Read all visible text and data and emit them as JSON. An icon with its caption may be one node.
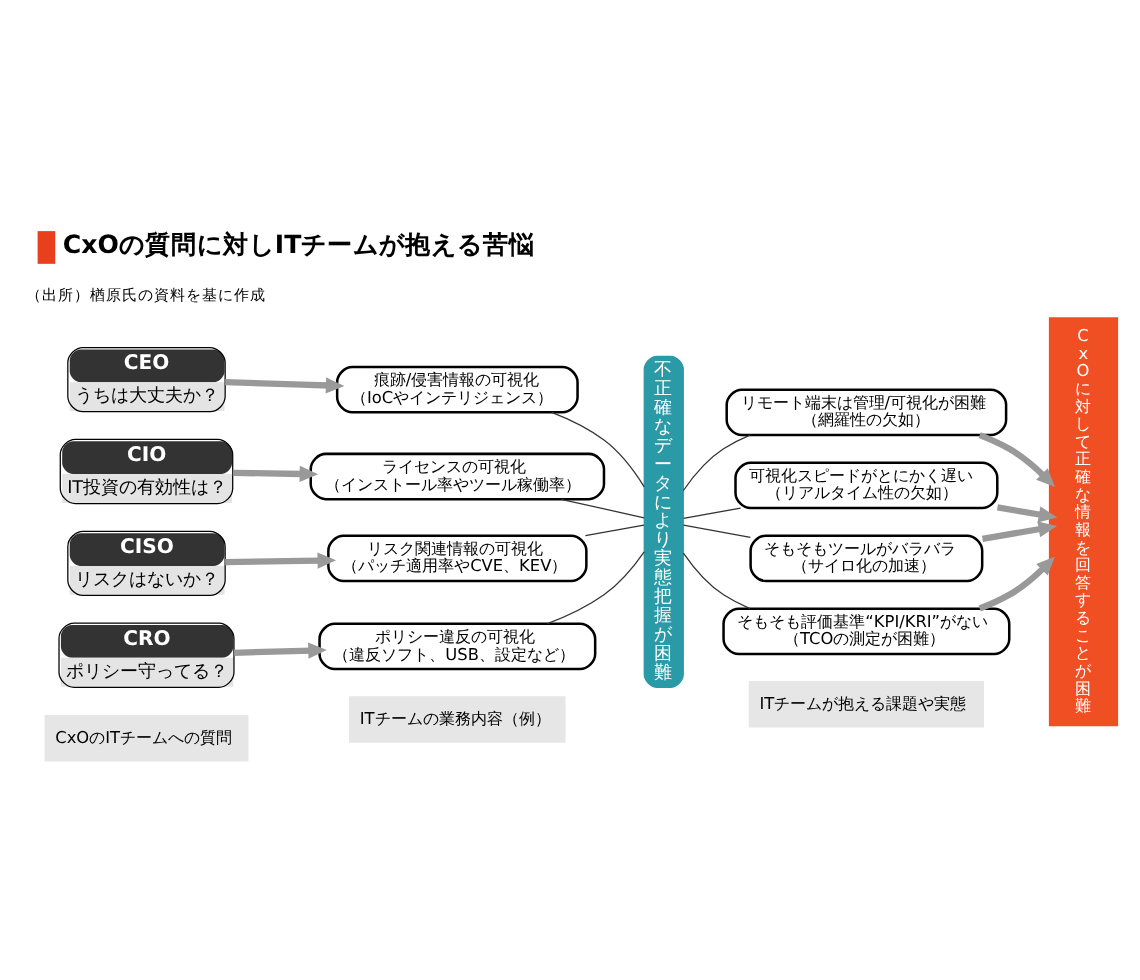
{
  "diagram": {
    "title": "CxOの質問に対しITチームが抱える苦悩",
    "caption": "（出所）楢原氏の資料を基に作成",
    "nodes": [
      {
        "text": [
          "CxOのITチームへの質問"
        ]
      },
      {
        "text": [
          "ITチームの業務内容（例）"
        ]
      },
      {
        "text": [
          "ITチームが抱える課題や実態"
        ]
      },
      {
        "text": [
          "CEO",
          "うちは大丈夫か？"
        ]
      },
      {
        "text": [
          "痕跡/侵害情報の可視化",
          "（IoCやインテリジェンス）"
        ]
      },
      {
        "text": [
          "CIO",
          "IT投資の有効性は？"
        ]
      },
      {
        "text": [
          "ライセンスの可視化",
          "（インストール率やツール稼働率）"
        ]
      },
      {
        "text": [
          "CISO",
          "リスクはないか？"
        ]
      },
      {
        "text": [
          "リスク関連情報の可視化",
          "（パッチ適用率やCVE、KEV）"
        ]
      },
      {
        "text": [
          "CRO",
          "ポリシー守ってる？"
        ]
      },
      {
        "text": [
          "ポリシー違反の可視化",
          "（違反ソフト、USB、設定など）"
        ]
      },
      {
        "text": [
          "不正確なデータにより実態把握が困難"
        ]
      },
      {
        "text": [
          "リモート端末は管理/可視化が困難",
          "（網羅性の欠如）"
        ]
      },
      {
        "text": [
          "可視化スピードがとにかく遅い",
          "（リアルタイム性の欠如）"
        ]
      },
      {
        "text": [
          "そもそもツールがバラバラ",
          "（サイロ化の加速）"
        ]
      },
      {
        "text": [
          "そもそも評価基準“KPI/KRI”がない",
          "（TCOの測定が困難）"
        ]
      },
      {
        "text": [
          "CxOに対して正確な情報を回答することが困難"
        ]
      }
    ],
    "edges": [
      {
        "from": 3,
        "to": 4,
        "arrow": "to",
        "style": "thick",
        "color": "#999999"
      },
      {
        "from": 5,
        "to": 6,
        "arrow": "to",
        "style": "thick",
        "color": "#999999"
      },
      {
        "from": 7,
        "to": 8,
        "arrow": "to",
        "style": "thick",
        "color": "#999999"
      },
      {
        "from": 9,
        "to": 10,
        "arrow": "to",
        "style": "thick",
        "color": "#999999"
      },
      {
        "from": 4,
        "to": 11,
        "arrow": "none",
        "color": "#333333"
      },
      {
        "from": 6,
        "to": 11,
        "arrow": "none",
        "color": "#333333"
      },
      {
        "from": 8,
        "to": 11,
        "arrow": "none",
        "color": "#333333"
      },
      {
        "from": 10,
        "to": 11,
        "arrow": "none",
        "color": "#333333"
      },
      {
        "from": 11,
        "to": 12,
        "arrow": "none",
        "color": "#333333"
      },
      {
        "from": 11,
        "to": 13,
        "arrow": "none",
        "color": "#333333"
      },
      {
        "from": 11,
        "to": 14,
        "arrow": "none",
        "color": "#333333"
      },
      {
        "from": 11,
        "to": 15,
        "arrow": "none",
        "color": "#333333"
      },
      {
        "from": 12,
        "to": 16,
        "arrow": "to",
        "style": "thick",
        "color": "#999999"
      },
      {
        "from": 13,
        "to": 16,
        "arrow": "to",
        "style": "thick",
        "color": "#999999"
      },
      {
        "from": 14,
        "to": 16,
        "arrow": "to",
        "style": "thick",
        "color": "#999999"
      },
      {
        "from": 15,
        "to": 16,
        "arrow": "to",
        "style": "thick",
        "color": "#999999"
      }
    ]
  }
}
